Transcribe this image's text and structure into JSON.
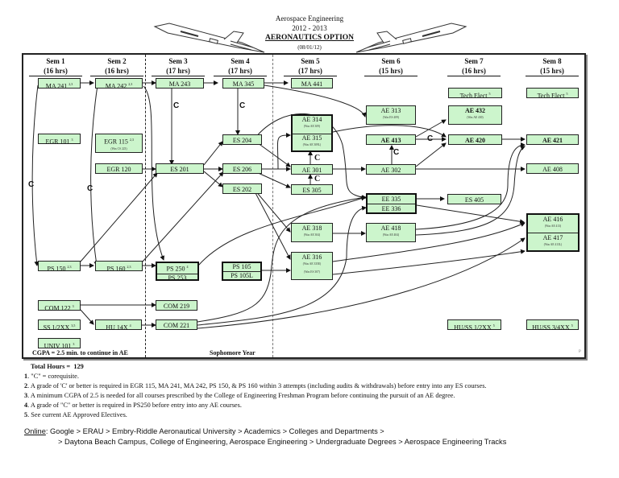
{
  "header": {
    "line1": "Aerospace Engineering",
    "line2": "2012 - 2013",
    "title": "AERONAUTICS OPTION",
    "date": "(08/01/12)"
  },
  "semesters": [
    {
      "name": "Sem 1",
      "hours": "(16 hrs)"
    },
    {
      "name": "Sem 2",
      "hours": "(16 hrs)"
    },
    {
      "name": "Sem 3",
      "hours": "(17 hrs)"
    },
    {
      "name": "Sem 4",
      "hours": "(17 hrs)"
    },
    {
      "name": "Sem 5",
      "hours": "(17 hrs)"
    },
    {
      "name": "Sem 6",
      "hours": "(15 hrs)"
    },
    {
      "name": "Sem 7",
      "hours": "(16 hrs)"
    },
    {
      "name": "Sem 8",
      "hours": "(15 hrs)"
    }
  ],
  "courses": {
    "ma241": {
      "label": "MA 241",
      "note": "2,3"
    },
    "ma242": {
      "label": "MA 242",
      "note": "2,3"
    },
    "ma243": {
      "label": "MA 243"
    },
    "ma345": {
      "label": "MA 345"
    },
    "ma441": {
      "label": "MA 441"
    },
    "egr101": {
      "label": "EGR 101",
      "note": "3"
    },
    "egr115": {
      "label": "EGR 115",
      "note": "2,3",
      "sub": "(Was CS 223)"
    },
    "egr120": {
      "label": "EGR 120"
    },
    "es201": {
      "label": "ES 201"
    },
    "es204": {
      "label": "ES 204"
    },
    "es206": {
      "label": "ES 206"
    },
    "es202": {
      "label": "ES 202"
    },
    "ae313": {
      "label": "AE 313",
      "sub": "(Was ES 409)"
    },
    "ae314": {
      "label": "AE 314",
      "sub": "(Was AE 309)"
    },
    "ae315": {
      "label": "AE 315",
      "sub": "(Was AE 309L)"
    },
    "ae301": {
      "label": "AE 301"
    },
    "es305": {
      "label": "ES 305"
    },
    "ae413": {
      "label": "AE 413"
    },
    "ae302": {
      "label": "AE 302"
    },
    "ee335": {
      "label": "EE 335"
    },
    "ee336": {
      "label": "EE 336"
    },
    "es405": {
      "label": "ES 405"
    },
    "tech7": {
      "label": "Tech Elect",
      "note": "5"
    },
    "tech8": {
      "label": "Tech Elect",
      "note": "5"
    },
    "ae432": {
      "label": "AE 432",
      "sub": "(Was AE 430)"
    },
    "ae420": {
      "label": "AE 420"
    },
    "ae421": {
      "label": "AE 421"
    },
    "ae408": {
      "label": "AE 408"
    },
    "ae416": {
      "label": "AE 416",
      "sub": "(Was AE 413)"
    },
    "ae417": {
      "label": "AE 417",
      "sub": "(Was AE 413L)"
    },
    "ae318": {
      "label": "AE 318",
      "sub": "(Was AE 304)"
    },
    "ae418": {
      "label": "AE 418",
      "sub": "(Was AE 404)"
    },
    "ae316": {
      "label": "AE 316",
      "sub": "(Was AE 335E)",
      "sub2": "(Was ES 307)"
    },
    "ps150": {
      "label": "PS 150",
      "note": "2,3"
    },
    "ps160": {
      "label": "PS 160",
      "note": "2,3"
    },
    "ps250": {
      "label": "PS 250",
      "note": "4"
    },
    "ps253": {
      "label": "PS 253"
    },
    "ps105": {
      "label": "PS 105"
    },
    "ps105l": {
      "label": "PS 105L"
    },
    "com122": {
      "label": "COM 122",
      "note": "3"
    },
    "com219": {
      "label": "COM 219"
    },
    "ss12xx": {
      "label": "SS 1/2XX",
      "note": "3,5"
    },
    "hu14x": {
      "label": "HU 14X",
      "note": "4"
    },
    "com221": {
      "label": "COM 221"
    },
    "univ101": {
      "label": "UNIV 101",
      "note": "3"
    },
    "huss12": {
      "label": "HU/SS 1/2XX",
      "note": "5"
    },
    "huss34": {
      "label": "HU/SS 3/4XX",
      "note": "5"
    }
  },
  "coreq_label": "C",
  "bottom_notes": {
    "cgpa": "CGPA = 2.5 min. to continue in AE",
    "sophomore": "Sophomore Year"
  },
  "page_marker": "P",
  "footer": {
    "total_label": "Total Hours =",
    "total_value": "129",
    "notes": [
      {
        "num": "1",
        "text": ". \"C\" = corequisite."
      },
      {
        "num": "2",
        "text": ". A grade of 'C' or better is required in EGR 115, MA 241, MA 242, PS 150, & PS 160  within 3 attempts (including audits & withdrawals) before entry into any ES courses."
      },
      {
        "num": "3",
        "text": ". A minimum CGPA of 2.5 is needed for all courses prescribed by the College of Engineering Freshman Program before continuing the pursuit of an AE degree."
      },
      {
        "num": "4",
        "text": ". A grade of \"C\" or better is required in PS250 before entry into any AE courses."
      },
      {
        "num": "5",
        "text": ". See current AE Approved Electives."
      }
    ],
    "online_label": "Online",
    "online_path1": ":  Google > ERAU > Embry-Riddle Aeronautical University > Academics > Colleges and Departments >",
    "online_path2": "> Daytona Beach Campus, College of Engineering, Aerospace Engineering > Undergraduate Degrees > Aerospace Engineering Tracks"
  }
}
